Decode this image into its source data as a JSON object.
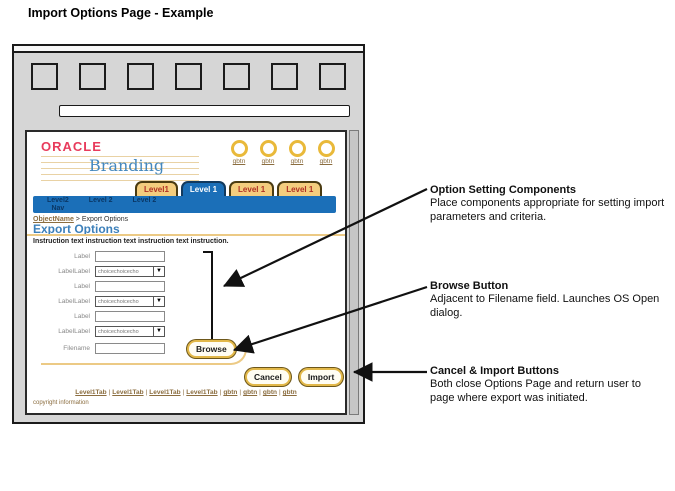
{
  "page_title": "Import Options Page - Example",
  "browser": {
    "toolbar_buttons": 7
  },
  "mockup": {
    "logo": "ORACLE",
    "brand": "Branding",
    "global_buttons": [
      "gbtn",
      "gbtn",
      "gbtn",
      "gbtn"
    ],
    "tabs": [
      {
        "label": "Level1",
        "active": false
      },
      {
        "label": "Level 1",
        "active": true
      },
      {
        "label": "Level 1",
        "active": false
      },
      {
        "label": "Level 1",
        "active": false
      }
    ],
    "nav_items": [
      "Level2\nNav",
      "Level 2",
      "Level 2"
    ],
    "breadcrumb": {
      "link": "ObjectName",
      "trail": " > Export Options"
    },
    "heading": "Export Options",
    "instruction": "Instruction text  instruction text  instruction text  instruction.",
    "form_rows": [
      {
        "label": "Label",
        "type": "text",
        "value": ""
      },
      {
        "label": "LabelLabel",
        "type": "select",
        "value": "choicechoicecho"
      },
      {
        "label": "Label",
        "type": "text",
        "value": ""
      },
      {
        "label": "LabelLabel",
        "type": "select",
        "value": "choicechoicecho"
      },
      {
        "label": "Label",
        "type": "text",
        "value": ""
      },
      {
        "label": "LabelLabel",
        "type": "select",
        "value": "choicechoicecho"
      }
    ],
    "filename": {
      "label": "Filename",
      "value": "",
      "browse_label": "Browse"
    },
    "actions": {
      "cancel": "Cancel",
      "import": "Import"
    },
    "footer_links": [
      "Level1Tab",
      "Level1Tab",
      "Level1Tab",
      "Level1Tab",
      "gbtn",
      "gbtn",
      "gbtn",
      "gbtn"
    ],
    "copyright": "copyright information",
    "dropdown_arrow_icon": "▼"
  },
  "annotations": [
    {
      "title": "Option Setting Components",
      "body": "Place components appropriate for setting import parameters and criteria."
    },
    {
      "title": "Browse Button",
      "body": "Adjacent to Filename field. Launches OS Open dialog."
    },
    {
      "title": "Cancel & Import Buttons",
      "body": "Both close Options Page and return user to page where export was initiated."
    }
  ],
  "colors": {
    "oracle_red": "#e83b5c",
    "brand_blue": "#4588bd",
    "selected_blue": "#1b6fb8",
    "tab_gold": "#f4cd7e",
    "accent_gold": "#e2b84a",
    "link_brown": "#8b6d3f",
    "rule_tan": "#ecca85"
  }
}
